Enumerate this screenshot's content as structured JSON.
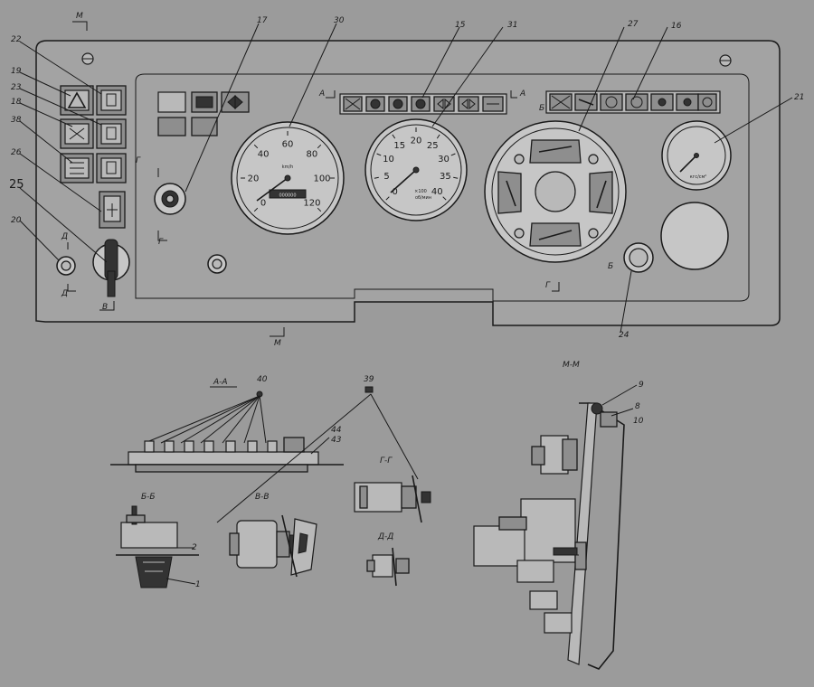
{
  "callouts": {
    "c17": "17",
    "c30": "30",
    "c15": "15",
    "c31": "31",
    "c27": "27",
    "c16": "16",
    "c21": "21",
    "c22": "22",
    "c19": "19",
    "c23": "23",
    "c18": "18",
    "c38": "38",
    "c26": "26",
    "c25": "25",
    "c20": "20",
    "c24": "24",
    "c40": "40",
    "c39": "39",
    "c9": "9",
    "c8": "8",
    "c10": "10",
    "c44": "44",
    "c43": "43",
    "c2": "2",
    "c1": "1"
  },
  "section_marks": {
    "m_top": "М",
    "m_bottom": "М",
    "a_left": "А",
    "a_right": "А",
    "b_left": "Б",
    "b_right": "Б",
    "v": "В",
    "g_top": "Г",
    "g_bot": "Г",
    "d_top": "Д",
    "d_bot": "Д",
    "g_right": "Г"
  },
  "section_titles": {
    "a_a": "А-А",
    "b_b": "Б-Б",
    "v_v": "В-В",
    "g_g": "Г-Г",
    "d_d": "Д-Д",
    "m_m": "М-М"
  },
  "speedometer": {
    "ticks": [
      "0",
      "20",
      "40",
      "60",
      "80",
      "100",
      "120"
    ],
    "unit": "km/h",
    "odometer": "000000"
  },
  "tachometer": {
    "ticks": [
      "0",
      "5",
      "10",
      "15",
      "20",
      "25",
      "30",
      "35",
      "40"
    ],
    "unit": "об/мин",
    "multiplier": "×100"
  },
  "small_gauge": {
    "unit": "кгс/см²"
  }
}
